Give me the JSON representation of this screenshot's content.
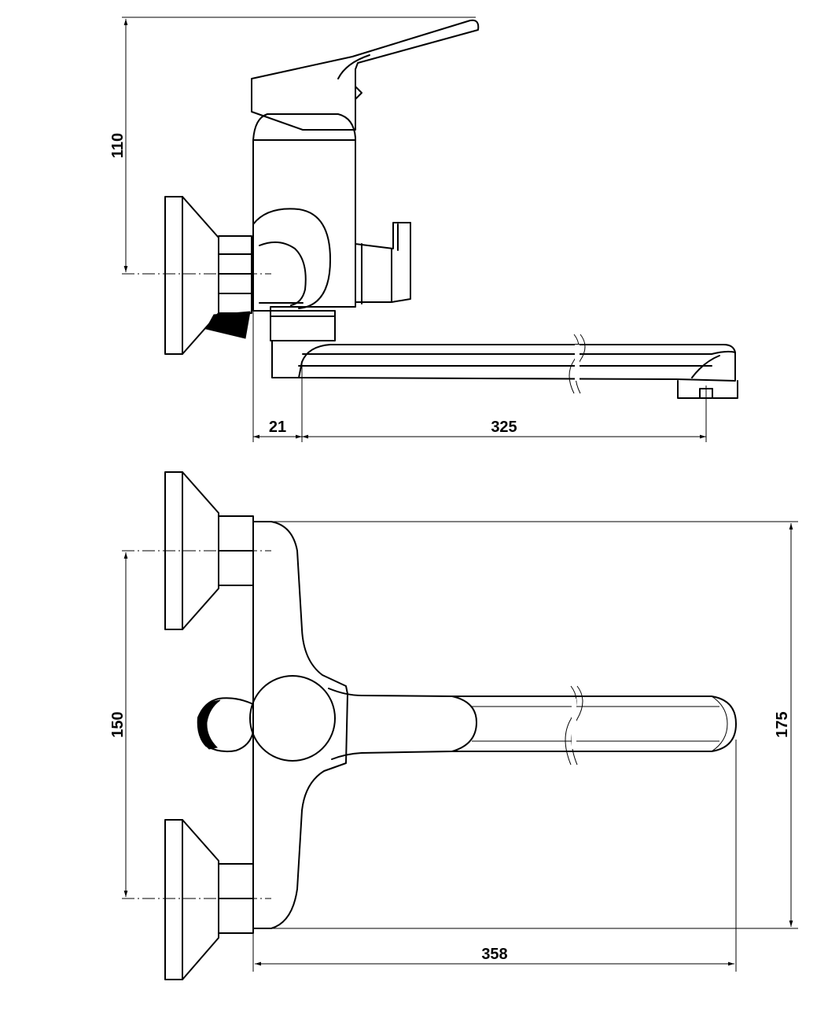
{
  "dimensions": {
    "top_height": "110",
    "left_offset": "21",
    "spout_length": "325",
    "mount_spacing": "150",
    "overall_depth": "175",
    "overall_length": "358"
  }
}
